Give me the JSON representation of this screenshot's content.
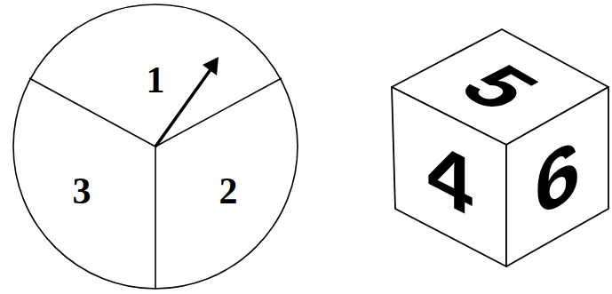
{
  "diagram": {
    "labels": [
      "1",
      "3",
      "2",
      "5",
      "4",
      "6"
    ]
  }
}
